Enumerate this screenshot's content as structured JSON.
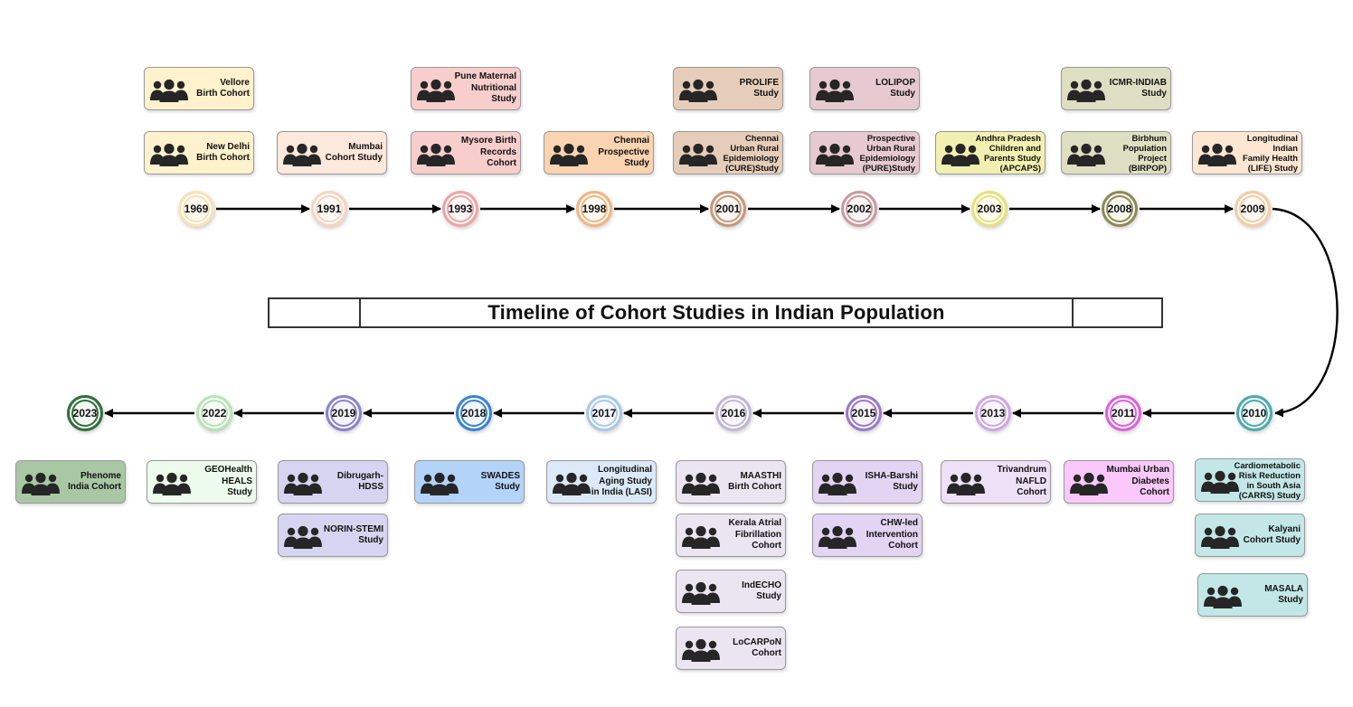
{
  "title": "Timeline of Cohort Studies in Indian Population",
  "years": [
    {
      "year": "1969",
      "ring": "#fbe2b8",
      "fill": "#fffaf0",
      "studies": [
        {
          "label": "Vellore\nBirth Cohort",
          "color": "#fff2cc"
        },
        {
          "label": "New Delhi\nBirth Cohort",
          "color": "#fff2cc"
        }
      ]
    },
    {
      "year": "1991",
      "ring": "#f8d4bf",
      "fill": "#fffaf6",
      "studies": [
        {
          "label": "Mumbai\nCohort Study",
          "color": "#fde8dc"
        }
      ]
    },
    {
      "year": "1993",
      "ring": "#f0a3a3",
      "fill": "#fff6f6",
      "studies": [
        {
          "label": "Pune Maternal\nNutritional\nStudy",
          "color": "#f8cecc"
        },
        {
          "label": "Mysore Birth\nRecords\nCohort",
          "color": "#f8cecc"
        }
      ]
    },
    {
      "year": "1998",
      "ring": "#f5b47c",
      "fill": "#fff8f2",
      "studies": [
        {
          "label": "Chennai\nProspective\nStudy",
          "color": "#fad3b0"
        }
      ]
    },
    {
      "year": "2001",
      "ring": "#c8987a",
      "fill": "#fbf6f2",
      "studies": [
        {
          "label": "PROLIFE\nStudy",
          "color": "#e6cdb9"
        },
        {
          "label": "Chennai\nUrban Rural\nEpidemiology\n(CURE)Study",
          "color": "#e6cdb9"
        }
      ]
    },
    {
      "year": "2002",
      "ring": "#c99aa0",
      "fill": "#fbf5f6",
      "studies": [
        {
          "label": "LOLIPOP\nStudy",
          "color": "#e6cad0"
        },
        {
          "label": "Prospective\nUrban Rural\nEpidemiology\n(PURE)Study",
          "color": "#e6cad0"
        }
      ]
    },
    {
      "year": "2003",
      "ring": "#e6e27a",
      "fill": "#fdfdf0",
      "studies": [
        {
          "label": "Andhra Pradesh\nChildren and\nParents Study\n(APCAPS)",
          "color": "#f2f0b0"
        }
      ]
    },
    {
      "year": "2008",
      "ring": "#8c8a55",
      "fill": "#f8f8f0",
      "studies": [
        {
          "label": "ICMR-INDIAB\nStudy",
          "color": "#dedfc2"
        },
        {
          "label": "Birbhum\nPopulation\nProject\n(BIRPOP)",
          "color": "#dedfc2"
        }
      ]
    },
    {
      "year": "2009",
      "ring": "#f5cca5",
      "fill": "#fffaf5",
      "studies": [
        {
          "label": "Longitudinal\nIndian\nFamily Health\n(LIFE) Study",
          "color": "#fde6d2"
        }
      ]
    },
    {
      "year": "2010",
      "ring": "#4ea8ad",
      "fill": "#f3fbfb",
      "studies": [
        {
          "label": "Cardiometabolic\nRisk Reduction\nin South Asia\n(CARRS) Study",
          "color": "#c3e6e6"
        },
        {
          "label": "Kalyani\nCohort Study",
          "color": "#c3e6e6"
        },
        {
          "label": "MASALA\nStudy",
          "color": "#c3e6e6"
        }
      ]
    },
    {
      "year": "2011",
      "ring": "#e05ee0",
      "fill": "#fdf3fd",
      "studies": [
        {
          "label": "Mumbai Urban\nDiabetes\nCohort",
          "color": "#fbc8fb"
        }
      ]
    },
    {
      "year": "2013",
      "ring": "#cfa6e6",
      "fill": "#fbf6fd",
      "studies": [
        {
          "label": "Trivandrum\nNAFLD\nCohort",
          "color": "#eee0f6"
        }
      ]
    },
    {
      "year": "2015",
      "ring": "#9a78cc",
      "fill": "#f8f4fc",
      "studies": [
        {
          "label": "ISHA-Barshi\nStudy",
          "color": "#e2d4f2"
        },
        {
          "label": "CHW-led\nIntervention\nCohort",
          "color": "#e2d4f2"
        }
      ]
    },
    {
      "year": "2016",
      "ring": "#c2b6d6",
      "fill": "#faf8fc",
      "studies": [
        {
          "label": "MAASTHI\nBirth Cohort",
          "color": "#ebe5f1"
        },
        {
          "label": "Kerala Atrial\nFibrillation\nCohort",
          "color": "#ebe5f1"
        },
        {
          "label": "IndECHO\nStudy",
          "color": "#ebe5f1"
        },
        {
          "label": "LoCARPoN\nCohort",
          "color": "#ebe5f1"
        }
      ]
    },
    {
      "year": "2017",
      "ring": "#a9c8ea",
      "fill": "#f6fafe",
      "studies": [
        {
          "label": "Longitudinal\nAging Study\nin India (LASI)",
          "color": "#dbe9f8"
        }
      ]
    },
    {
      "year": "2018",
      "ring": "#3a82d6",
      "fill": "#f1f7fe",
      "studies": [
        {
          "label": "SWADES\nStudy",
          "color": "#b3d3f8"
        }
      ]
    },
    {
      "year": "2019",
      "ring": "#8a82cf",
      "fill": "#f6f5fc",
      "studies": [
        {
          "label": "Dibrugarh-\nHDSS",
          "color": "#d6d4f0"
        },
        {
          "label": "NORIN-STEMI\nStudy",
          "color": "#d6d4f0"
        }
      ]
    },
    {
      "year": "2022",
      "ring": "#b6e4b6",
      "fill": "#f7fdf7",
      "studies": [
        {
          "label": "GEOHealth\nHEALS\nStudy",
          "color": "#ecfbec"
        }
      ]
    },
    {
      "year": "2023",
      "ring": "#2f6f3a",
      "fill": "#f3f8f3",
      "studies": [
        {
          "label": "Phenome\nIndia Cohort",
          "color": "#a9c7a5"
        }
      ]
    }
  ]
}
